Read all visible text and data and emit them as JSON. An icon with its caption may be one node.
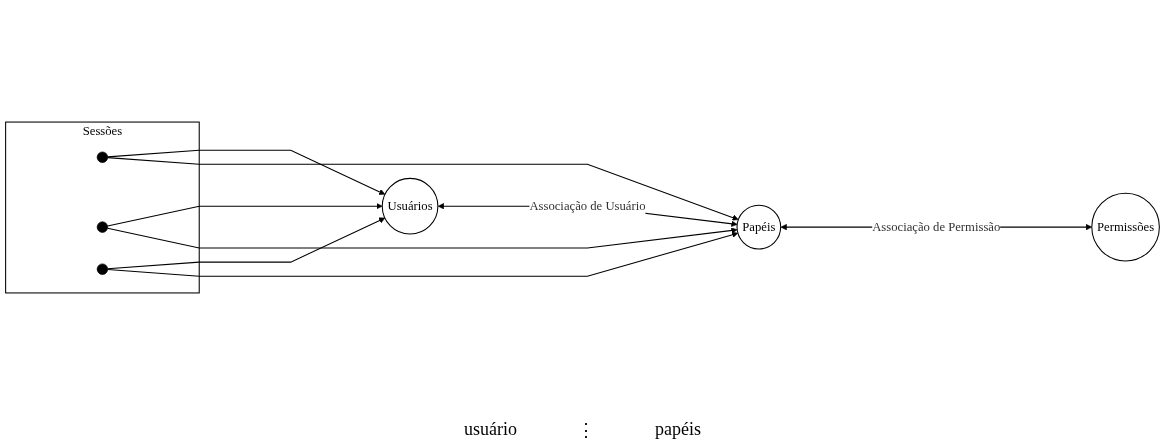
{
  "diagram": {
    "nodes": [
      {
        "text": [
          "Usuários"
        ]
      },
      {
        "text": [
          "Papéis"
        ]
      },
      {
        "text": [
          "Permissões"
        ]
      },
      {
        "text": [
          "Sessões"
        ]
      },
      {
        "text": [],
        "shape": "circle",
        "in": 3
      },
      {
        "text": [],
        "shape": "circle",
        "in": 3
      },
      {
        "text": [],
        "shape": "circle",
        "in": 3
      }
    ],
    "edges": [
      {
        "from": 0,
        "to": 1,
        "arrow": "both",
        "label": "Associação de Usuário"
      },
      {
        "from": 1,
        "to": 2,
        "arrow": "both",
        "label": "Associação de Permissão"
      },
      {
        "from": 4,
        "to": 0,
        "arrow": "to"
      },
      {
        "from": 5,
        "to": 0,
        "arrow": "to"
      },
      {
        "from": 6,
        "to": 0,
        "arrow": "to"
      },
      {
        "from": 4,
        "to": 1,
        "arrow": "to"
      },
      {
        "from": 5,
        "to": 1,
        "arrow": "to"
      },
      {
        "from": 6,
        "to": 1,
        "arrow": "to"
      }
    ],
    "labels": [
      "usuário",
      "⋮",
      "papéis"
    ]
  }
}
